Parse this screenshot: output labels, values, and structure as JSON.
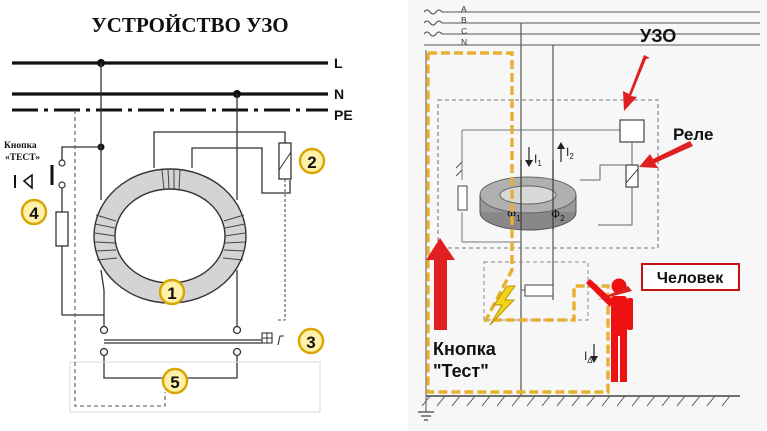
{
  "left_panel": {
    "title": "УСТРОЙСТВО УЗО",
    "line_labels": {
      "L": "L",
      "N": "N",
      "PE": "PE"
    },
    "test_button_label": {
      "line1": "Кнопка",
      "line2": "«ТЕСТ»"
    },
    "markers": [
      "1",
      "2",
      "3",
      "4",
      "5"
    ],
    "colors": {
      "marker_fill": "#fff1a8",
      "marker_stroke": "#d9a400",
      "torus": "#d7d7d7"
    }
  },
  "right_panel": {
    "phase_labels": [
      "A",
      "B",
      "C",
      "N"
    ],
    "labels": {
      "uzo": "УЗО",
      "relay": "Реле",
      "person": "Человек",
      "test_line1": "Кнопка",
      "test_line2": "\"Тест\"",
      "i1": "I",
      "i1_sub": "1",
      "i2": "I",
      "i2_sub": "2",
      "phi1": "Ф",
      "phi1_sub": "1",
      "phi2": "Ф",
      "phi2_sub": "2",
      "idelta": "I",
      "idelta_sub": "∆"
    },
    "colors": {
      "arrow": "#e02020",
      "path": "#e8b030",
      "person": "#ee1111",
      "bolt": "#f2d21a"
    }
  }
}
